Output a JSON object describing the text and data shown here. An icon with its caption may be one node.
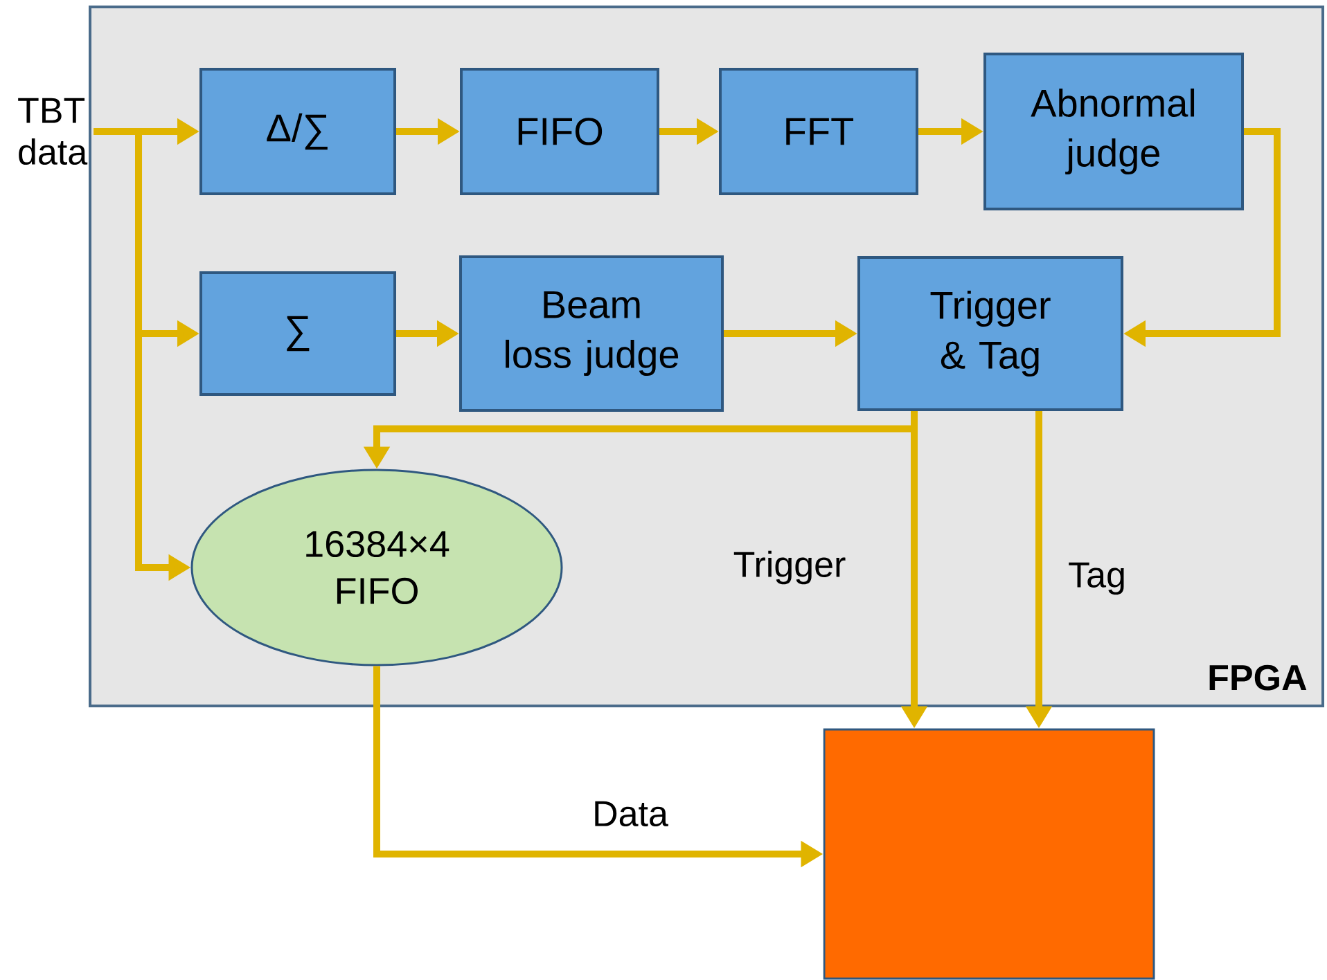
{
  "diagram": {
    "nodes": [
      {
        "text": [
          "FPGA"
        ]
      },
      {
        "text": [
          "TBT data"
        ]
      },
      {
        "text": [
          "Δ/∑"
        ],
        "in": 0
      },
      {
        "text": [
          "FIFO"
        ],
        "in": 0
      },
      {
        "text": [
          "FFT"
        ],
        "in": 0
      },
      {
        "text": [
          "Abnormal judge"
        ],
        "in": 0
      },
      {
        "text": [
          "∑"
        ],
        "in": 0
      },
      {
        "text": [
          "Beam loss judge"
        ],
        "in": 0
      },
      {
        "text": [
          "Trigger & Tag"
        ],
        "in": 0
      },
      {
        "text": [
          "16384×4 FIFO"
        ],
        "in": 0
      },
      {
        "text": [],
        "shape": "box"
      }
    ],
    "edges": [
      {
        "from": 1,
        "to": 2,
        "arrow": "to"
      },
      {
        "from": 1,
        "to": 6,
        "arrow": "to"
      },
      {
        "from": 1,
        "to": 9,
        "arrow": "to"
      },
      {
        "from": 2,
        "to": 3,
        "arrow": "to"
      },
      {
        "from": 3,
        "to": 4,
        "arrow": "to"
      },
      {
        "from": 4,
        "to": 5,
        "arrow": "to"
      },
      {
        "from": 5,
        "to": 8,
        "arrow": "to"
      },
      {
        "from": 6,
        "to": 7,
        "arrow": "to"
      },
      {
        "from": 7,
        "to": 8,
        "arrow": "to"
      },
      {
        "from": 8,
        "to": 9,
        "arrow": "to"
      },
      {
        "from": 8,
        "to": 10,
        "arrow": "to",
        "label": "Trigger"
      },
      {
        "from": 8,
        "to": 10,
        "arrow": "to",
        "label": "Tag"
      },
      {
        "from": 9,
        "to": 10,
        "arrow": "to",
        "label": "Data"
      }
    ]
  }
}
